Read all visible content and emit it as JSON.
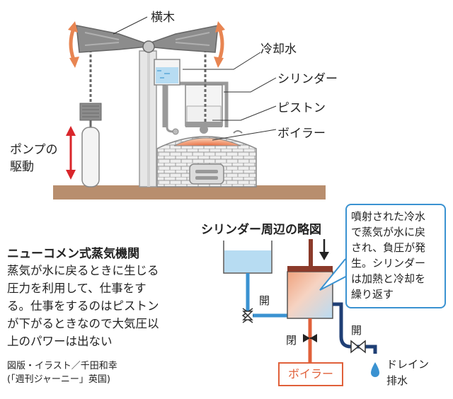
{
  "labels": {
    "beam": "横木",
    "cooling_water": "冷却水",
    "cylinder": "シリンダー",
    "piston": "ピストン",
    "boiler": "ボイラー",
    "pump_drive_line1": "ポンプの",
    "pump_drive_line2": "駆動"
  },
  "diagram_title": "シリンダー周辺の略図",
  "callout": {
    "line1": "噴射された冷水",
    "line2": "で蒸気が水に戻",
    "line3": "され、負圧が発",
    "line4": "生。シリンダー",
    "line5": "は加熱と冷却を",
    "line6": "繰り返す"
  },
  "valves": {
    "open_left": "開",
    "closed": "閉",
    "open_right": "開"
  },
  "drain": {
    "line1": "ドレイン",
    "line2": "排水"
  },
  "boiler_box": "ボイラー",
  "article": {
    "title": "ニューコメン式蒸気機関",
    "line1": "蒸気が水に戻るときに生じる",
    "line2": "圧力を利用して、仕事をす",
    "line3": "る。仕事をするのはピストン",
    "line4": "が下がるときなので大気圧以",
    "line5": "上のパワーは出ない"
  },
  "credit": {
    "line1": "図版・イラスト／千田和幸",
    "line2": "(「週刊ジャーニー」英国)"
  },
  "colors": {
    "arrow_orange": "#e88552",
    "arrow_red": "#d9262b",
    "water_blue": "#3a92d1",
    "steam_red": "#e0603a",
    "drain_navy": "#1f3f75",
    "machine_gray": "#8c8c8c",
    "ground_brown": "#b88e6e"
  }
}
